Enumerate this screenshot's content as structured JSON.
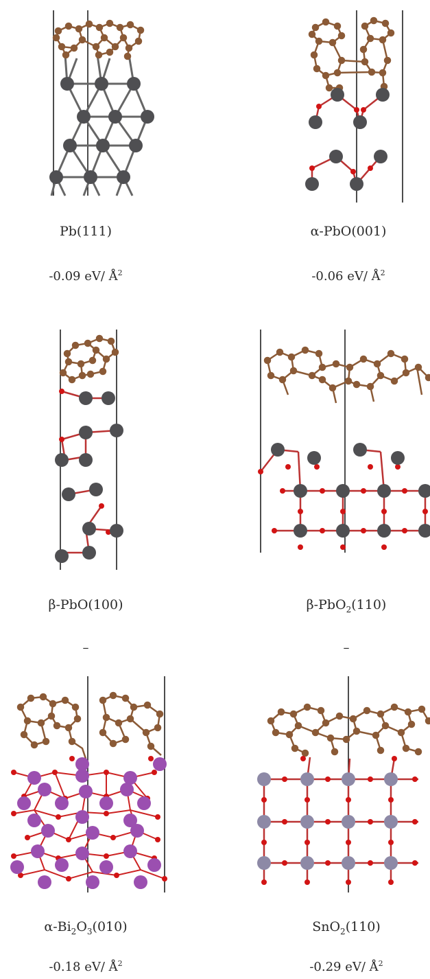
{
  "panels": [
    {
      "surface": "Pb(111)",
      "energy_value": "-0.09",
      "energy_unit": " eV/ Å",
      "energy_exp": "2"
    },
    {
      "surface": "α-PbO(001)",
      "energy_value": "-0.06",
      "energy_unit": " eV/ Å",
      "energy_exp": "2"
    },
    {
      "surface": "β-PbO(100)",
      "energy_text": "–"
    },
    {
      "surface": "β-PbO2(110)",
      "surface_parts": [
        "β-PbO",
        "2",
        "(110)"
      ],
      "energy_text": "–"
    },
    {
      "surface": "α-Bi2O3(010)",
      "surface_parts": [
        "α-Bi",
        "2",
        "O",
        "3",
        "(010)"
      ],
      "energy_value": "-0.18",
      "energy_unit": " eV/ Å",
      "energy_exp": "2"
    },
    {
      "surface": "SnO2(110)",
      "surface_parts": [
        "SnO",
        "2",
        "(110)"
      ],
      "energy_value": "-0.29",
      "energy_unit": " eV/ Å",
      "energy_exp": "2"
    }
  ],
  "colors": {
    "carbon": "#8b5a36",
    "lead": "#4f4f52",
    "oxygen": "#d21414",
    "bismuth": "#9b4fb0",
    "tin": "#8d89a6",
    "bond": "#777777",
    "cell": "#111111"
  }
}
